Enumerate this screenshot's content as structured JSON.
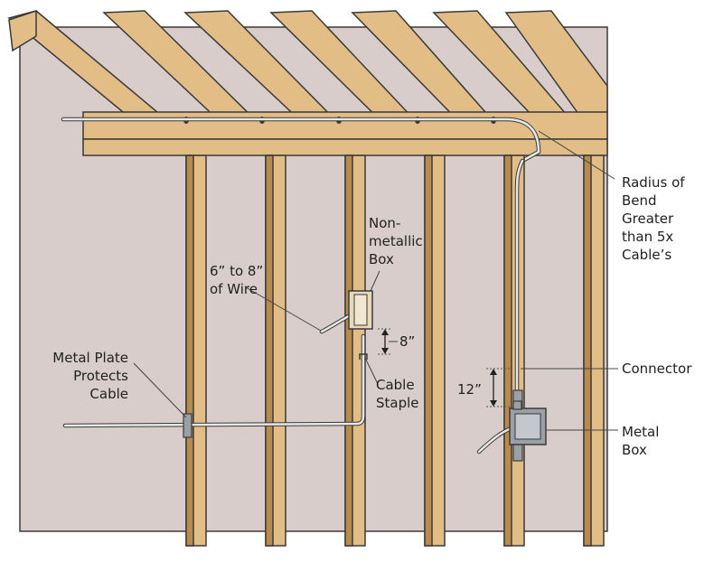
{
  "colors": {
    "wall": "#d8cdca",
    "wood": "#e2bd86",
    "wood_dark": "#b98a4e",
    "outline": "#3a3a3a",
    "cable": "#e8e8e8",
    "metal": "#9aa0a6",
    "nm_box": "#e8d9b8",
    "text": "#222222"
  },
  "labels": {
    "radius_of_bend": [
      "Radius of",
      "Bend",
      "Greater",
      "than 5x",
      "Cable’s"
    ],
    "nonmetallic_box": [
      "Non-",
      "metallic",
      "Box"
    ],
    "wire_length": [
      "6” to 8”",
      "of Wire"
    ],
    "eight_inch": "8”",
    "metal_plate": [
      "Metal Plate",
      "Protects",
      "Cable"
    ],
    "cable_staple": [
      "Cable",
      "Staple"
    ],
    "twelve_inch": "12”",
    "connector": "Connector",
    "metal_box": [
      "Metal",
      "Box"
    ]
  }
}
